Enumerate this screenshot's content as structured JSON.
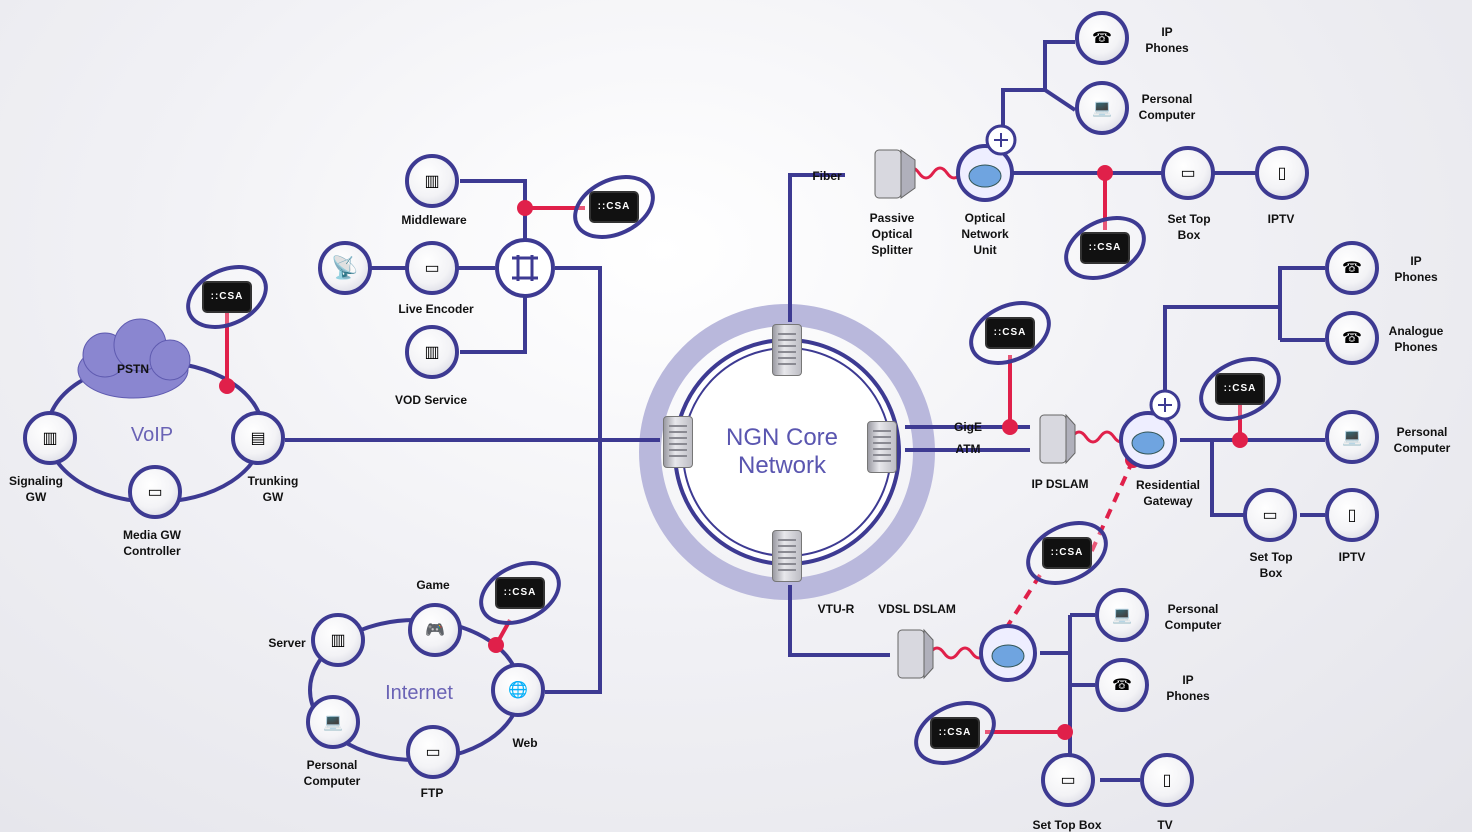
{
  "labels": {
    "ngn_core": "NGN Core\nNetwork",
    "voip": "VoIP",
    "internet": "Internet",
    "pstn": "PSTN",
    "signaling_gw": "Signaling\nGW",
    "media_gw_controller": "Media GW\nController",
    "trunking_gw": "Trunking\nGW",
    "server": "Server",
    "game": "Game",
    "web": "Web",
    "ftp": "FTP",
    "personal_computer_internet": "Personal\nComputer",
    "middleware": "Middleware",
    "live_encoder": "Live Encoder",
    "vod_service": "VOD Service",
    "fiber": "Fiber",
    "passive_optical_splitter": "Passive\nOptical\nSplitter",
    "optical_network_unit": "Optical\nNetwork\nUnit",
    "ip_phones_top": "IP\nPhones",
    "personal_computer_top": "Personal\nComputer",
    "set_top_box_top": "Set Top\nBox",
    "iptv_top": "IPTV",
    "gige": "GigE",
    "atm": "ATM",
    "ip_dslam": "IP DSLAM",
    "residential_gateway": "Residential\nGateway",
    "ip_phones_mid": "IP\nPhones",
    "analogue_phones": "Analogue\nPhones",
    "personal_computer_mid": "Personal\nComputer",
    "set_top_box_mid": "Set Top\nBox",
    "iptv_mid": "IPTV",
    "vtu_r": "VTU-R",
    "vdsl_dslam": "VDSL DSLAM",
    "personal_computer_bottom": "Personal\nComputer",
    "ip_phones_bottom": "IP\nPhones",
    "set_top_box_bottom": "Set Top Box",
    "tv": "TV"
  },
  "csa_badge": "::CSA",
  "colors": {
    "link": "#3d3a92",
    "monitor_link": "#e0204a",
    "ring": "#b9b8dc"
  }
}
